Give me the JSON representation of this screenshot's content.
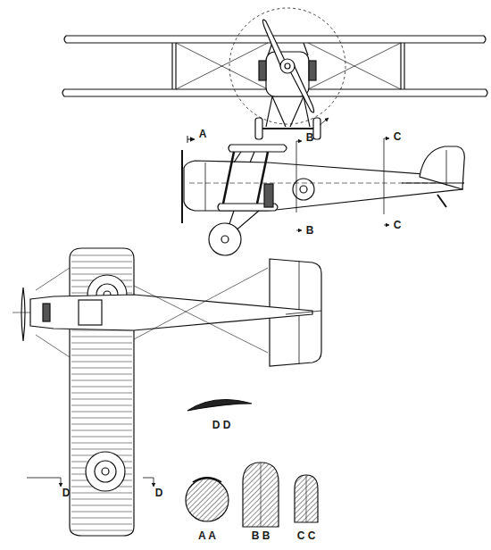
{
  "diagram": {
    "labels": [
      "A",
      "B",
      "B",
      "C",
      "C",
      "D",
      "D",
      "D D",
      "A A",
      "B B",
      "C C"
    ]
  }
}
